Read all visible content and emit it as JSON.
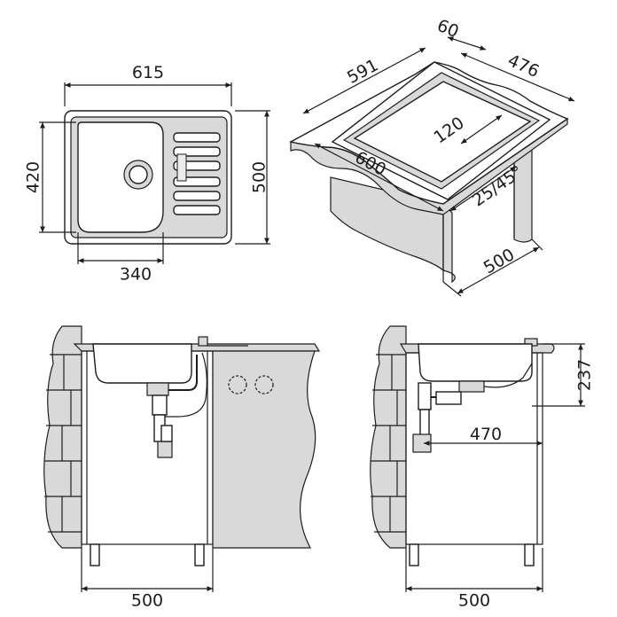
{
  "top_view": {
    "width_label": "615",
    "depth_label": "500",
    "bowl_depth_label": "420",
    "bowl_width_label": "340"
  },
  "iso_view": {
    "label_60": "60",
    "label_591": "591",
    "label_476": "476",
    "label_120": "120",
    "label_600": "600",
    "label_angle": "25/45°",
    "label_500": "500"
  },
  "front_view": {
    "cabinet_width_label": "500"
  },
  "side_view": {
    "height_label": "237",
    "drain_offset_label": "470",
    "cabinet_width_label": "500"
  },
  "colors": {
    "line": "#1d1d1b",
    "fill_gray": "#d9d9d9",
    "background": "#ffffff"
  }
}
